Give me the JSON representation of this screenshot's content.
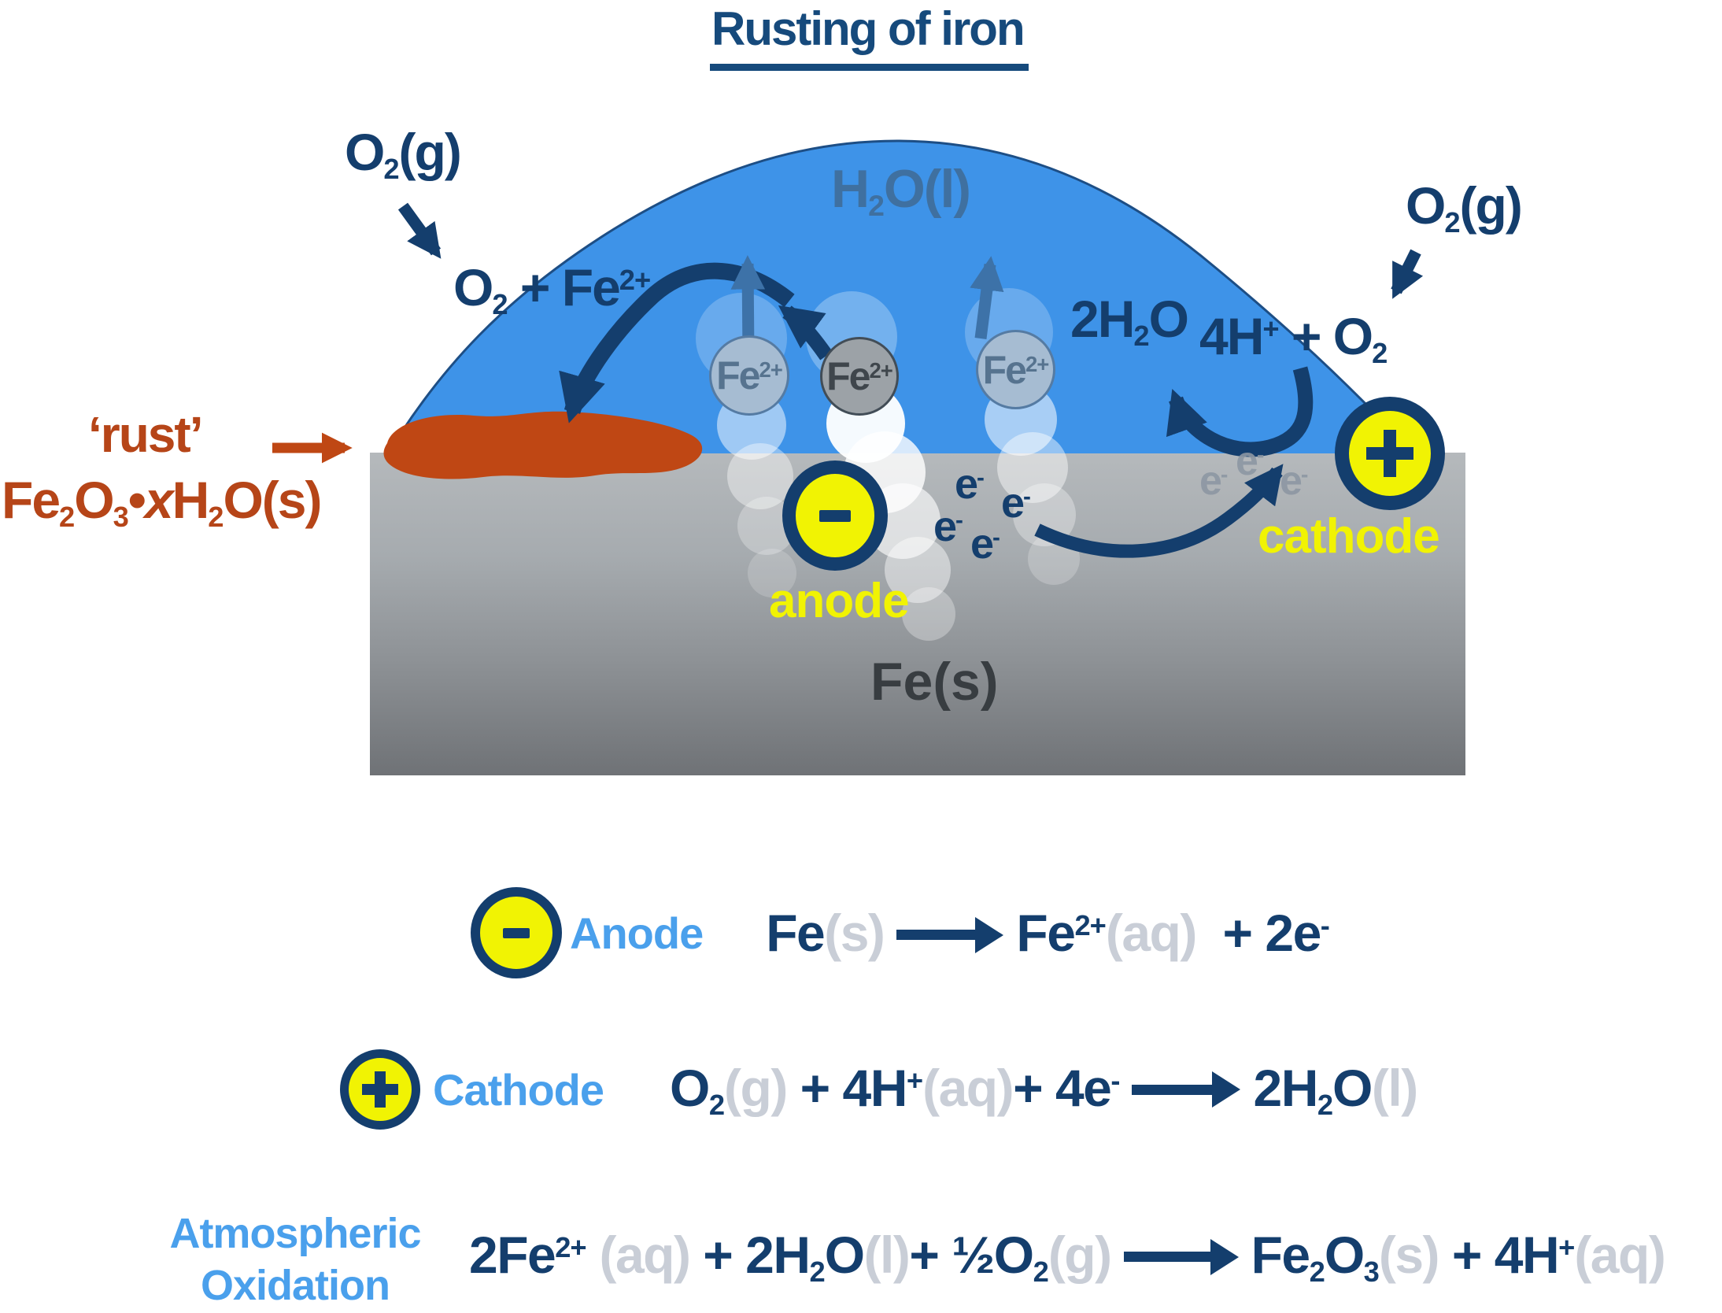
{
  "title": {
    "text": "Rusting of iron"
  },
  "colors": {
    "navy": "#143e6d",
    "title_navy": "#164a7c",
    "droplet_blue": "#3e93e8",
    "droplet_edge": "#1d4e85",
    "steel_arrow": "#3d72a8",
    "water_label_blue": "#3f70a0",
    "surface_gray_top": "#b5b9bc",
    "surface_gray_bottom": "#6f7276",
    "iron_text": "#383d41",
    "rust": "#bf4714",
    "rust_text": "#b64518",
    "electrode_yellow": "#f1f303",
    "label_light_blue": "#4aa0ec",
    "state_symbol_gray": "#c9ced7",
    "electron_gray": "#8d97a3"
  },
  "diagram": {
    "oxygen_gas": [
      {
        "t": "O"
      },
      {
        "t": "2",
        "v": "sub"
      },
      {
        "t": "(g)"
      }
    ],
    "oxygen_plus_iron": [
      {
        "t": "O"
      },
      {
        "t": "2",
        "v": "sub"
      },
      {
        "t": " + Fe"
      },
      {
        "t": "2+",
        "v": "sup"
      }
    ],
    "water_liquid": [
      {
        "t": "H"
      },
      {
        "t": "2",
        "v": "sub"
      },
      {
        "t": "O(l)"
      }
    ],
    "two_water": [
      {
        "t": "2H"
      },
      {
        "t": "2",
        "v": "sub"
      },
      {
        "t": "O"
      }
    ],
    "four_h_plus_o2": [
      {
        "t": "4H"
      },
      {
        "t": "+",
        "v": "sup"
      },
      {
        "t": " + O"
      },
      {
        "t": "2",
        "v": "sub"
      }
    ],
    "iron_ion": [
      {
        "t": "Fe"
      },
      {
        "t": "2+",
        "v": "sup"
      }
    ],
    "electron": [
      {
        "t": "e"
      },
      {
        "t": "-",
        "v": "sup"
      }
    ],
    "rust_name": "‘rust’",
    "rust_formula": [
      {
        "t": "Fe"
      },
      {
        "t": "2",
        "v": "sub"
      },
      {
        "t": "O"
      },
      {
        "t": "3",
        "v": "sub"
      },
      {
        "t": "•"
      },
      {
        "t": "x",
        "v": "i"
      },
      {
        "t": "H"
      },
      {
        "t": "2",
        "v": "sub"
      },
      {
        "t": "O(s)"
      }
    ],
    "anode_label": "anode",
    "anode_sign": "-",
    "cathode_label": "cathode",
    "cathode_sign": "+",
    "iron_solid": "Fe(s)"
  },
  "equations": {
    "anode": {
      "sign": "-",
      "label": "Anode",
      "formula": [
        {
          "t": "Fe"
        },
        {
          "t": "(s)",
          "v": "g"
        },
        {
          "v": "arrow",
          "w": 102
        },
        {
          "t": "Fe"
        },
        {
          "t": "2+",
          "v": "sup"
        },
        {
          "t": "(aq)",
          "v": "g"
        },
        {
          "t": "  + 2e"
        },
        {
          "t": "-",
          "v": "sup"
        }
      ]
    },
    "cathode": {
      "sign": "+",
      "label": "Cathode",
      "formula": [
        {
          "t": "O"
        },
        {
          "t": "2",
          "v": "sub"
        },
        {
          "t": "(g)",
          "v": "g"
        },
        {
          "t": " + 4H"
        },
        {
          "t": "+",
          "v": "sup"
        },
        {
          "t": "(aq)",
          "v": "g"
        },
        {
          "t": "+ 4e"
        },
        {
          "t": "-",
          "v": "sup"
        },
        {
          "v": "arrow",
          "w": 104
        },
        {
          "t": "2H"
        },
        {
          "t": "2",
          "v": "sub"
        },
        {
          "t": "O"
        },
        {
          "t": "(l)",
          "v": "g"
        }
      ]
    },
    "atmospheric": {
      "label_line1": "Atmospheric",
      "label_line2": "Oxidation",
      "formula": [
        {
          "t": "2Fe"
        },
        {
          "t": "2+",
          "v": "sup"
        },
        {
          "t": " (aq)",
          "v": "g"
        },
        {
          "t": " + 2H"
        },
        {
          "t": "2",
          "v": "sub"
        },
        {
          "t": "O"
        },
        {
          "t": "(l)",
          "v": "g"
        },
        {
          "t": "+ ½O"
        },
        {
          "t": "2",
          "v": "sub"
        },
        {
          "t": "(g)",
          "v": "g"
        },
        {
          "v": "arrow",
          "w": 112
        },
        {
          "t": "Fe"
        },
        {
          "t": "2",
          "v": "sub"
        },
        {
          "t": "O"
        },
        {
          "t": "3",
          "v": "sub"
        },
        {
          "t": "(s)",
          "v": "g"
        },
        {
          "t": " + 4H"
        },
        {
          "t": "+",
          "v": "sup"
        },
        {
          "t": "(aq)",
          "v": "g"
        }
      ]
    }
  }
}
